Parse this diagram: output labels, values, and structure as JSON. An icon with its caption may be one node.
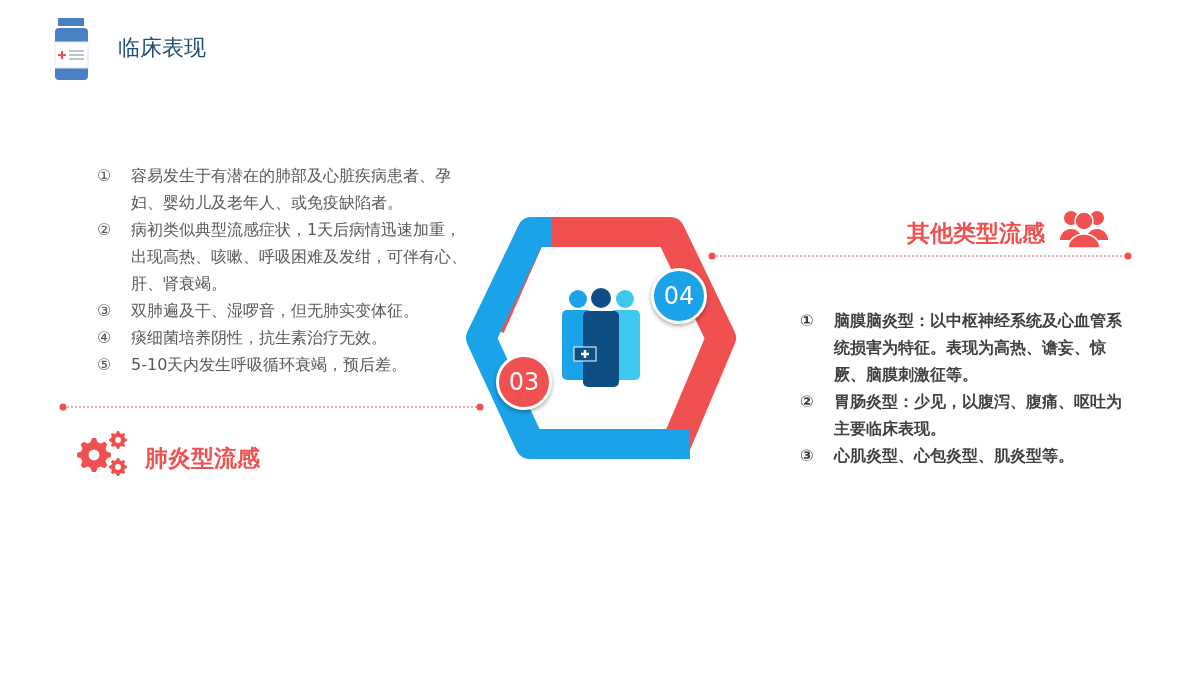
{
  "diagram": {
    "title": "临床表现",
    "nodes": [
      {
        "text": [
          "03"
        ]
      },
      {
        "text": [
          "04"
        ]
      }
    ],
    "labels": [
      "①",
      "容易发生于有潜在的肺部及心脏疾病患者、孕妇、婴幼儿及老年人、或免疫缺陷者。",
      "②",
      "病初类似典型流感症状，1天后病情迅速加重，出现高热、咳嗽、呼吸困难及发绀，可伴有心、肝、肾衰竭。",
      "③",
      "双肺遍及干、湿啰音，但无肺实变体征。",
      "④",
      "痰细菌培养阴性，抗生素治疗无效。",
      "⑤",
      "5-10天内发生呼吸循环衰竭，预后差。",
      "其他类型流感",
      "①",
      "脑膜脑炎型：以中枢神经系统及心血管系统损害为特征。表现为高热、谵妄、惊厥、脑膜刺激征等。",
      "②",
      "胃肠炎型：少见，以腹泻、腹痛、呕吐为主要临床表现。",
      "③",
      "心肌炎型、心包炎型、肌炎型等。",
      "肺炎型流感"
    ]
  }
}
